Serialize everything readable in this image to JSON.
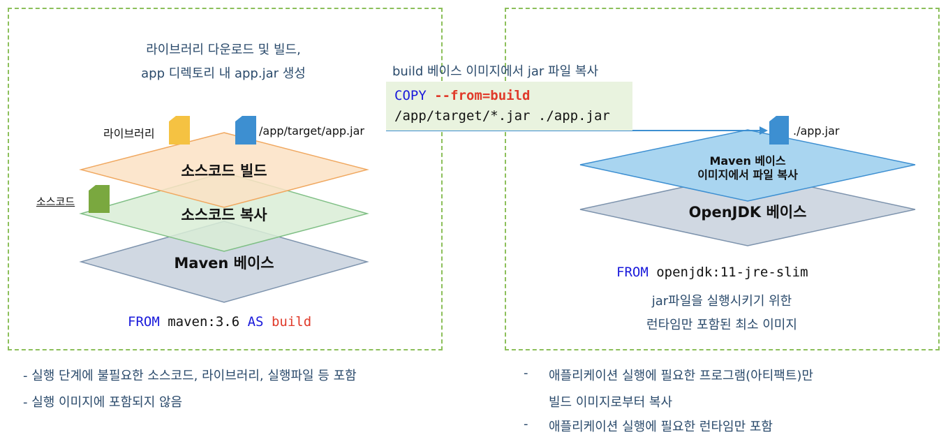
{
  "left": {
    "note_line1": "라이브러리 다운로드 및 빌드,",
    "note_line2": "app 디렉토리 내 app.jar 생성",
    "library_label": "라이브러리",
    "jar_label": "/app/target/app.jar",
    "source_label": "소스코드",
    "layer_build": "소스코드 빌드",
    "layer_copy": "소스코드 복사",
    "layer_base": "Maven 베이스",
    "from_kw": "FROM",
    "from_image": " maven:3.6 ",
    "as_kw": "AS",
    "as_name": " build"
  },
  "copy": {
    "caption": "build 베이스 이미지에서 jar 파일 복사",
    "copy_kw": "COPY",
    "copy_flag": " --from=build",
    "copy_line2": "/app/target/*.jar ./app.jar"
  },
  "right": {
    "jar_label": "./app.jar",
    "layer_top_line1": "Maven 베이스",
    "layer_top_line2": "이미지에서 파일 복사",
    "layer_base": "OpenJDK 베이스",
    "from_kw": "FROM",
    "from_image": " openjdk:11-jre-slim",
    "note_line1": "jar파일을 실행시키기 위한",
    "note_line2": "런타임만 포함된 최소 이미지"
  },
  "bullets_left": [
    "- 실행 단계에 불필요한 소스코드, 라이브러리, 실행파일 등 포함",
    "- 실행 이미지에 포함되지 않음"
  ],
  "bullets_right": {
    "item1_dash": "-",
    "item1_line1": "애플리케이션 실행에 필요한 프로그램(아티팩트)만",
    "item1_line2": "빌드 이미지로부터 복사",
    "item2_dash": "-",
    "item2_line1": "애플리케이션 실행에 필요한 런타임만 포함"
  },
  "colors": {
    "panel_border": "#8cbf5a",
    "layer_orange": "#fbe2c4",
    "layer_green": "#d9edd6",
    "layer_gray": "#d0d8e2",
    "layer_blue": "#a9d5f0",
    "file_yellow": "#f5c242",
    "file_blue": "#3d8fd1",
    "file_green": "#7aa83f",
    "copy_box": "#e9f3df"
  }
}
